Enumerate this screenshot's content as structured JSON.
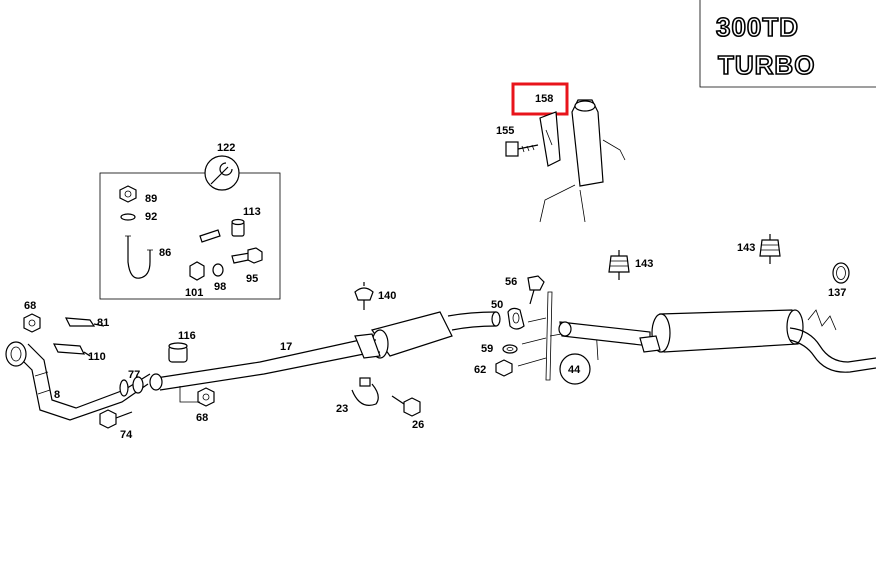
{
  "badge": {
    "line1": "300TD",
    "line2": "TURBO"
  },
  "highlight_color": "#e8141b",
  "callouts": {
    "p158": "158",
    "p155": "155",
    "p122": "122",
    "p89": "89",
    "p92": "92",
    "p113": "113",
    "p86": "86",
    "p101": "101",
    "p98": "98",
    "p95": "95",
    "p143a": "143",
    "p143b": "143",
    "p137": "137",
    "p56": "56",
    "p140": "140",
    "p50": "50",
    "p68a": "68",
    "p81": "81",
    "p110": "110",
    "p116": "116",
    "p17": "17",
    "p59": "59",
    "p62": "62",
    "p44": "44",
    "p77": "77",
    "p8": "8",
    "p68b": "68",
    "p74": "74",
    "p23": "23",
    "p26": "26"
  },
  "icons": {
    "tool": "wrench-icon"
  }
}
